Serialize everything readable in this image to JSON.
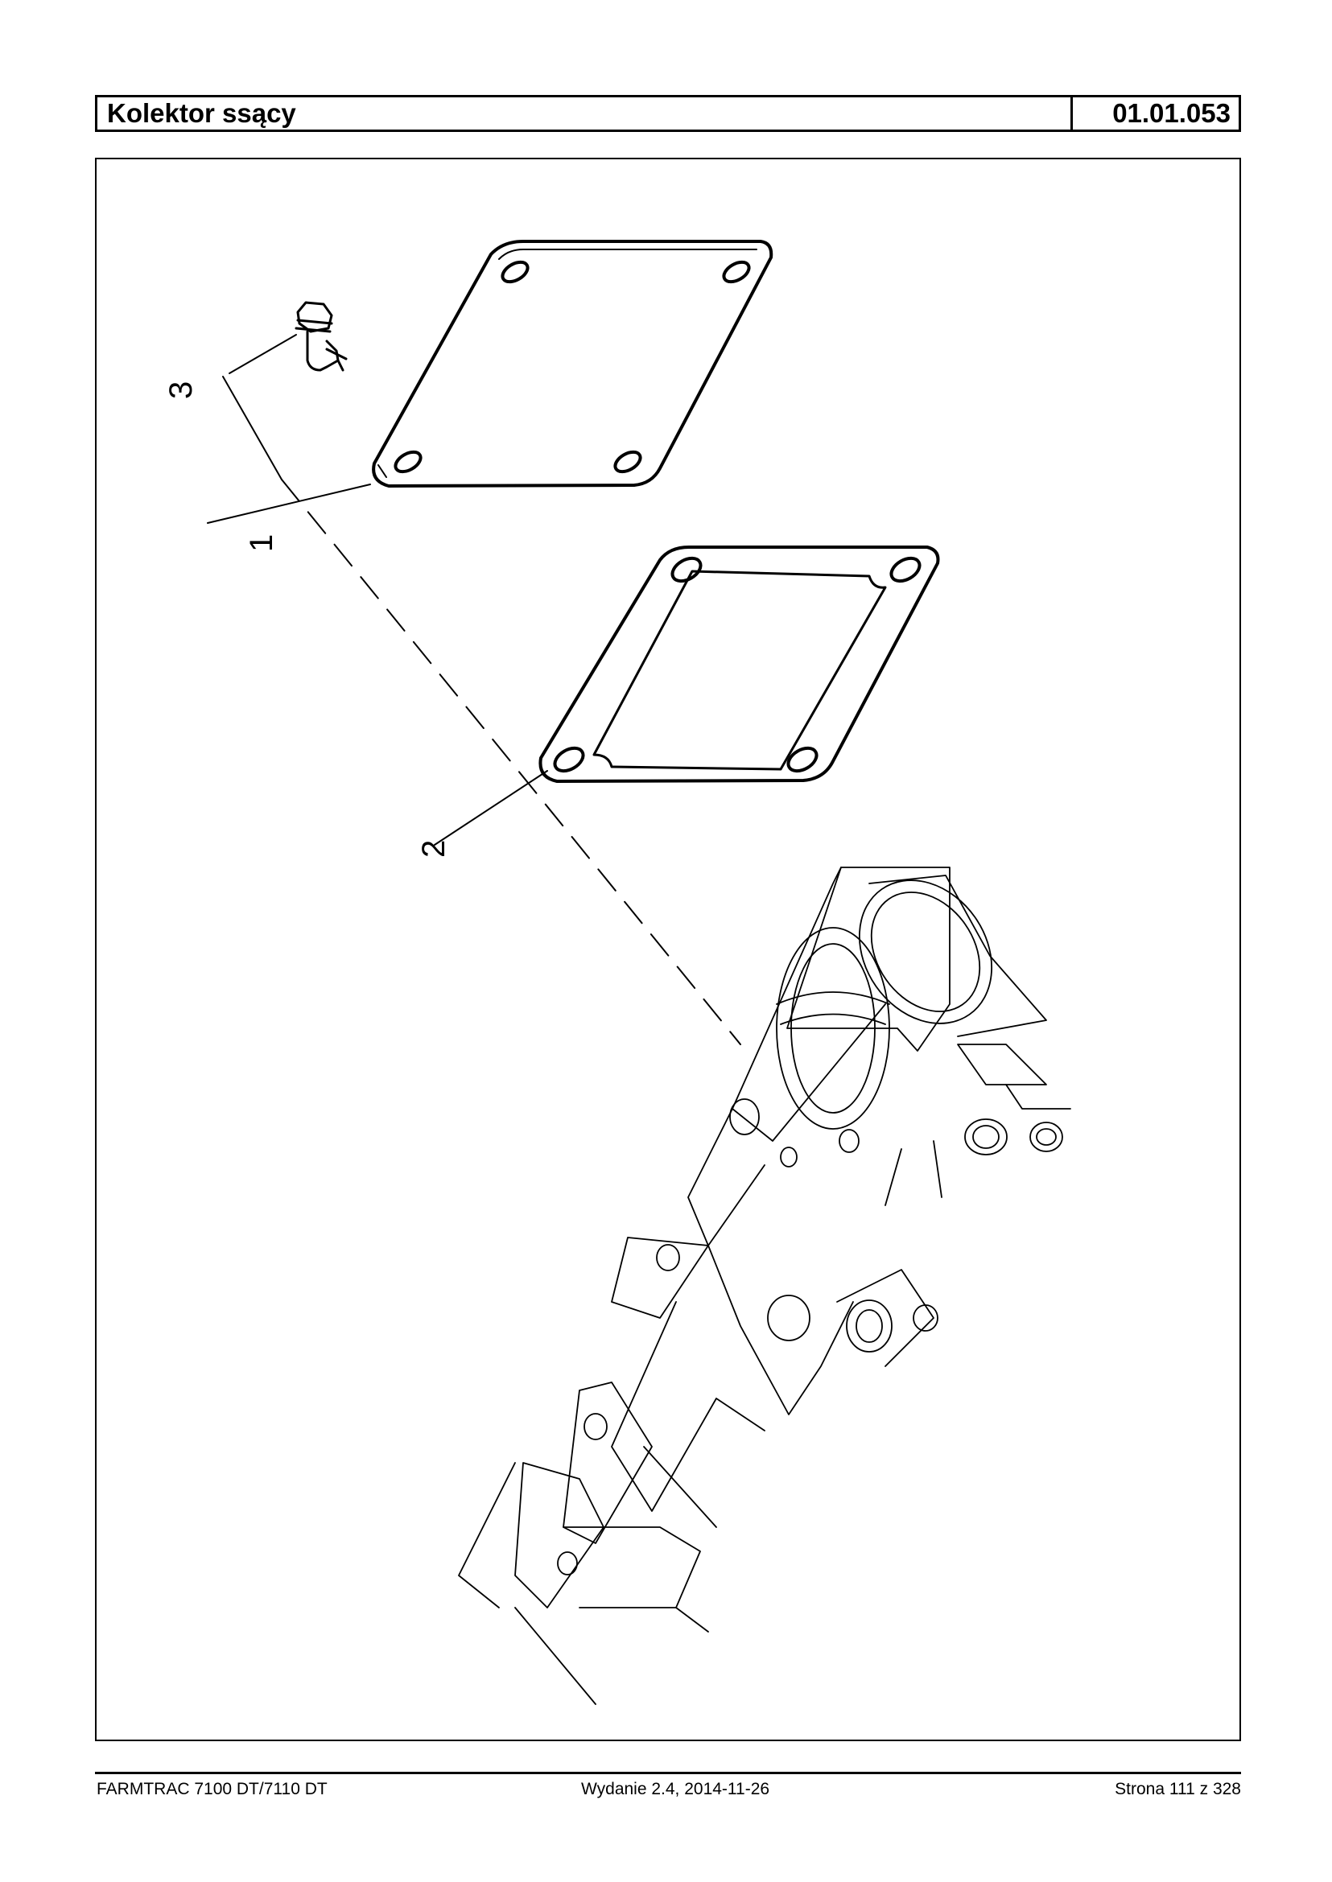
{
  "header": {
    "title": "Kolektor ssący",
    "code": "01.01.053"
  },
  "drawing": {
    "callouts": [
      "1",
      "2",
      "3"
    ],
    "parts": [
      "cover-plate",
      "gasket",
      "flange-bolt",
      "intake-manifold"
    ]
  },
  "footer": {
    "model": "FARMTRAC 7100 DT/7110 DT",
    "edition": "Wydanie 2.4,  2014-11-26",
    "page": "Strona 111 z 328"
  }
}
